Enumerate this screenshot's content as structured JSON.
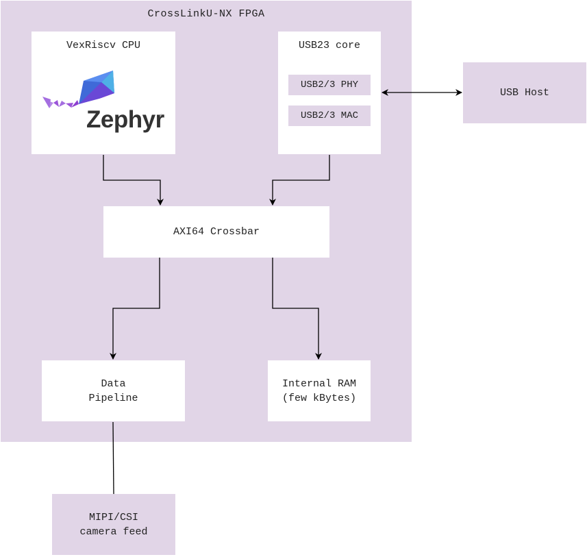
{
  "fpga": {
    "title": "CrossLinkU-NX FPGA"
  },
  "cpu": {
    "title": "VexRiscv CPU",
    "logo_text": "Zephyr",
    "logo_mark": "®"
  },
  "usb_core": {
    "title": "USB23 core",
    "phy": "USB2/3 PHY",
    "mac": "USB2/3 MAC"
  },
  "usb_host": {
    "label": "USB Host"
  },
  "crossbar": {
    "label": "AXI64 Crossbar"
  },
  "pipeline": {
    "line1": "Data",
    "line2": "Pipeline"
  },
  "ram": {
    "line1": "Internal RAM",
    "line2": "(few kBytes)"
  },
  "mipi": {
    "line1": "MIPI/CSI",
    "line2": "camera feed"
  },
  "colors": {
    "container": "#e1d5e7",
    "box": "#ffffff",
    "wire": "#000000",
    "zephyr_blue": "#3f6ad8",
    "zephyr_purple": "#8d3fd0"
  }
}
